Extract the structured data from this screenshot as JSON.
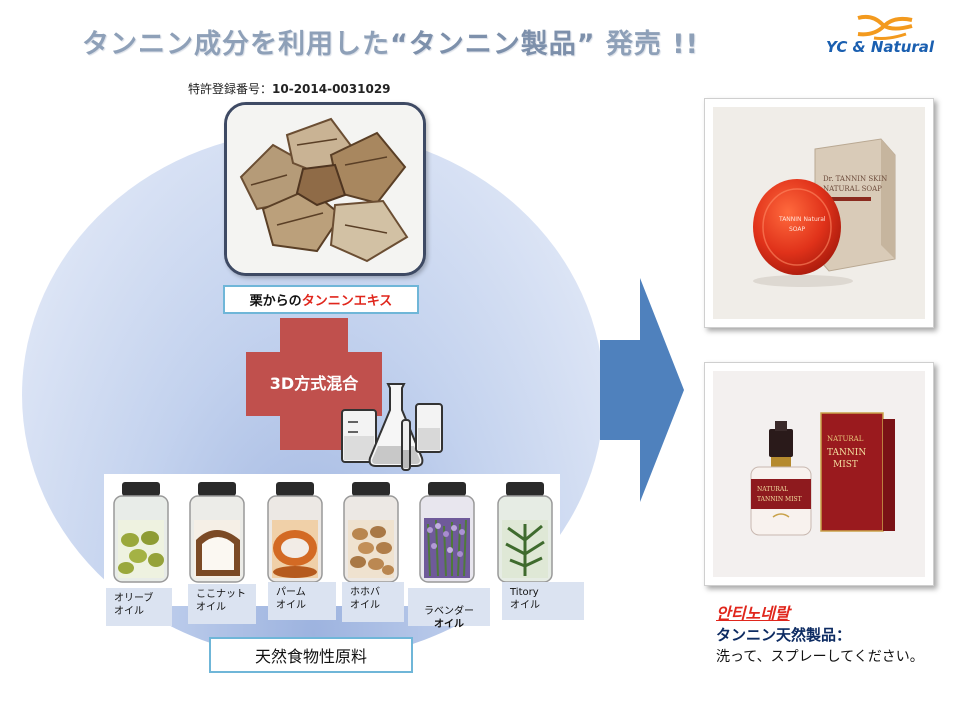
{
  "header": {
    "title_prefix": "タンニン成分を利用した",
    "title_highlight": "“タンニン製品”",
    "title_suffix": "発売 !!",
    "logo_text": "YC & Natural"
  },
  "patent": {
    "label": "特許登録番号：",
    "number": "10-2014-0031029"
  },
  "extract_label": {
    "prefix": "栗からの",
    "highlight": "タンニンエキス"
  },
  "process_label": "3D方式混合",
  "oils": [
    {
      "label": "オリーブ\nオイル"
    },
    {
      "label": "ここナット\nオイル"
    },
    {
      "label": "パーム\nオイル"
    },
    {
      "label": "ホホバ\nオイル"
    },
    {
      "label": "ラベンダー",
      "label2": "オイル"
    },
    {
      "label": "Titory\nオイル"
    }
  ],
  "raw_materials_label": "天然食物性原料",
  "product": {
    "name": "안티노네랄",
    "subtitle": "タンニン天然製品：",
    "description": "洗って、スプレーしてください。",
    "soap_box_text": "Dr. TANNIN SKIN NATURAL SOAP",
    "soap_text": "TANNIN Natural SOAP",
    "mist_box_text": "NATURAL TANNIN MIST",
    "mist_bottle_text": "NATURAL TANNIN MIST"
  },
  "colors": {
    "accent_red": "#e0261c",
    "cross_red": "#c0504d",
    "arrow_blue": "#4f81bd",
    "label_border": "#6fb6d8",
    "logo_blue": "#1a5fb0",
    "logo_orange": "#f39a1e"
  }
}
